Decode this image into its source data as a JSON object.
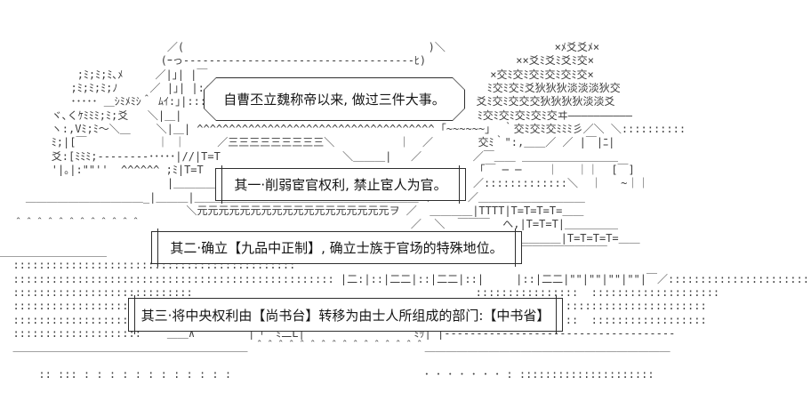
{
  "colors": {
    "background": "#ffffff",
    "ink": "#3d3d3d",
    "box_border": "#2e2e2e",
    "text": "#141414"
  },
  "dialogue": {
    "intro": "自曹丕立魏称帝以来, 做过三件大事。",
    "point1": "其一·削弱宦官权利, 禁止宦人为官。",
    "point2": "其二·确立【九品中正制】, 确立士族于官场的特殊地位。",
    "point3": "其三·将中央权利由【尚书台】转移为由士人所组成的部门:【中书省】"
  },
  "ascii_art": {
    "lines": [
      "",
      "",
      "",
      "                          ／(                                      )＼                 ×ﾒ爻爻ﾒ×",
      "                         (ｰっ------------------------------------ﾋ)              ××爻ﾐ爻ﾐ爻ﾐ交×",
      "            ;ﾐ;ﾐ;ﾐ､ﾒ     ／|｣| |￣                                            ×交ﾐ交ﾐ交ﾐ交ﾐ交ﾐ交×",
      "           ;ﾐ;ﾐ;ﾐ;ﾉ     ／ |｣| |::::                                         ﾐ交ﾐ交ﾐ爻狄狄狄淡淡淡狄交",
      "           ･････ ＿ｼﾐﾒﾐｼ＾ ﾑｲ:｣|::::                                         爻ﾐ交ﾐ交交交狄狄狄狄淡淡爻",
      "        ヾ､くｹﾐﾐﾐ;ﾐ;爻   ＼|＿|                                              ﾐ交ﾐ交ﾐ交ﾐ交ﾐ交ヰ――――――――――",
      "        ヽ:,Vﾐ;ﾐ～＼＿    ＼|＿| ^^^^^^^^^^^^^^^^^^^^^^^^^^^^^^^^^^^^^ ｢~~~~~~｣  ｀交ﾐ交ﾐ交ﾐﾐﾐ彡／＼ ＼::::::::::",
      "        ﾐ;|[￣           ｜ ｜     ／三三三三三三三三三＼          ｜  ／       交ﾐ｀\":,＿＿／ ／ |￣|ﾆ|",
      "        爻:[ﾐﾐﾐ;--------･････|//|T=T                   ＼＿＿＿|   ／        ／￣＿＿ ＿＿＿＿＿＿＿＿＿",
      "        '|｡|:\"\"''  ^^^^^^ ;ﾐ|T=T                                           ｢￣ ─ ─    ｜   ｜｜  [￣]",
      "                          |＿＿＿＿|                                       ／:::::::::::::＼  ｜   ~｜｜",
      "    ＿＿＿＿＿＿＿＿＿＿＿_|＿＿＿|＿＿＿＿＿＿＿＿＿＿＿＿＿＿＿＿＿＿＿＿＿＼      ／＿＿＿＿＿＿＿＿＿＿",
      "                             ＼元元元元元元元元元元元元元元元元元元ヲ ／  ＿＿＿＿|TTTT|T=T=T=T=＿＿",
      "  ＾＾＾＾＾＾＾＾＾＾＾＾                                          ／  ＼  ￣￣￣  へ,|T=T=T|＿＿＿＿＿",
      "                                                                        ＿[口]＿＿＿＿＿＿|T=T=T=T=＿＿",
      "＿＿＿＿＿＿＿＿＿＿                                                     ￣￣￣￣￣￣￣￣￣￣￣￣￣￣￣",
      "  ::::::::::::::::::::::::::::::::::::::::::::",
      "  :::::::::::::::::::::::::::::::::::::::::::::::::: |二:|::|二二|::|二二|::|     |::|二二|\"\"|\"\"|\"\"|\"\"|￣／:::::::::::::::::::::::::::::::",
      "  ::::::::::::::::::::::::::::                                            ::::::::::::::::  ::::::::::::::::::::",
      "  :::::::::::::::::::::::::::                                             ::::::::::::::::::::::::::::::::::::",
      "  :::::::::::::::::::::::::::                                             ::::::::::::::::  ::::::::::::::::::",
      "  ::::::::::::::::::::    ＿＿∧￣￣￣￣￣|「￣ﾐ二L|              ´``ﾐｯ| |------------------------------------",
      "  ＿＿＿＿＿＿＿＿＿＿＿＿＿＿＿＿＿＿＿＿＿＿ ＾＾＾＾＾＾＾＾＾＾＾＾＾＾＾＾＿＿＿＿＿＿＿＿＿＿＿＿＿＿＿＿＿＿＿＿＿＿＿",
      "",
      "      :: ::: : : : : : : : : : : : :                              ･ ･ ･ ･ ･ ･ ･ : :::::::::::::::::::::",
      "",
      ""
    ]
  }
}
